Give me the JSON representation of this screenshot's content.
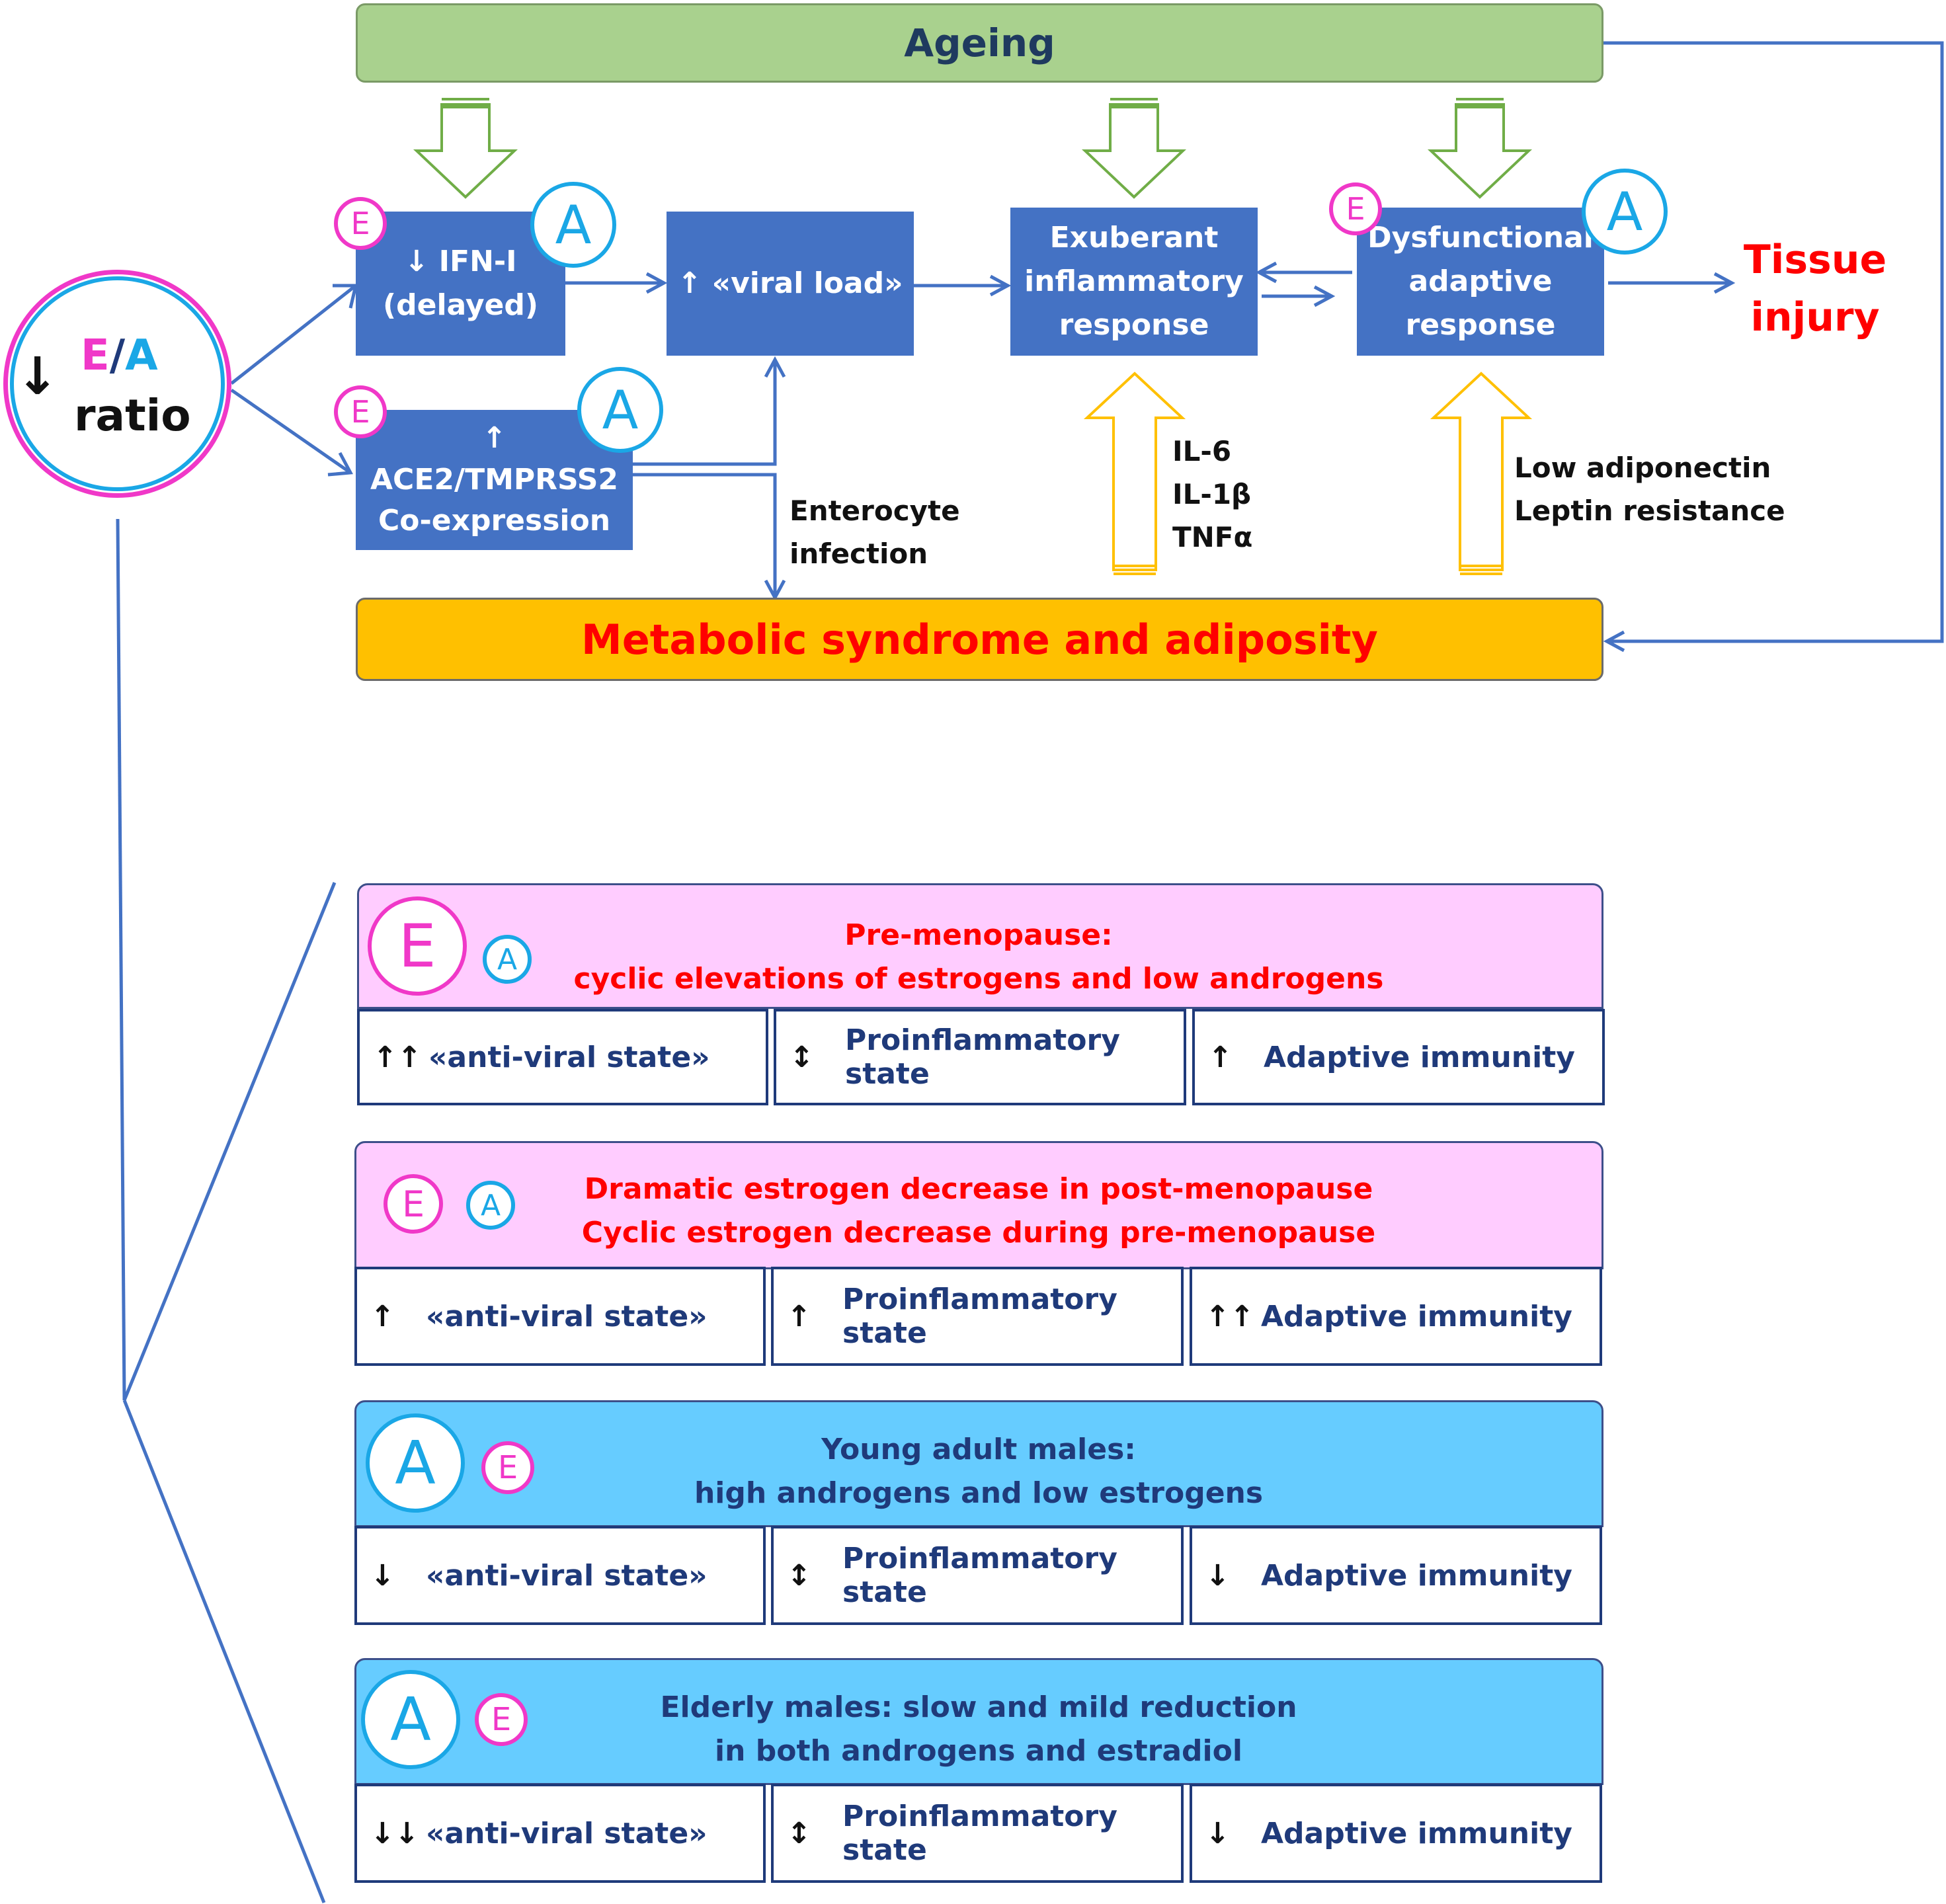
{
  "colors": {
    "arrow_blue": "#4472c4",
    "box_blue": "#4472c4",
    "ageing_green": "#a9d18e",
    "metabolic_orange": "#ffc000",
    "red_text": "#ff0000",
    "estrogen_pink": "#f038c8",
    "androgen_cyan": "#1aa7e6",
    "pink_band": "#ffccff",
    "cyan_band": "#66ccff",
    "navy_text": "#1f3a7a"
  },
  "top": {
    "ageing": "Ageing",
    "metabolic": "Metabolic syndrome and adiposity",
    "ifn": [
      "↓ IFN-I",
      "(delayed)"
    ],
    "ace2": [
      "↑",
      "ACE2/TMPRSS2",
      "Co-expression"
    ],
    "viral_load": "↑ «viral load»",
    "inflammatory": [
      "Exuberant",
      "inflammatory",
      "response"
    ],
    "adaptive": [
      "Dysfunctional",
      "adaptive",
      "response"
    ],
    "tissue_injury": [
      "Tissue",
      "injury"
    ],
    "enterocyte": [
      "Enterocyte",
      "infection"
    ],
    "cytokines": [
      "IL-6",
      "IL-1β",
      "TNFα"
    ],
    "adipokines": [
      "Low adiponectin",
      "Leptin resistance"
    ],
    "ratio": {
      "arrow": "↓",
      "e": "E",
      "slash": "/",
      "a": "A",
      "word": "ratio"
    },
    "e_letter": "E",
    "a_letter": "A"
  },
  "panels": [
    {
      "title": [
        "Pre-menopause:",
        "cyclic elevations of estrogens and low androgens"
      ],
      "title_color": "#ff0000",
      "band_color": "#ffccff",
      "big": "E",
      "small": "A",
      "cells": [
        {
          "arrow": "↑↑",
          "text": "«anti-viral state»"
        },
        {
          "arrow": "↕",
          "text": "Proinflammatory state"
        },
        {
          "arrow": "↑",
          "text": "Adaptive immunity"
        }
      ]
    },
    {
      "title": [
        "Dramatic estrogen decrease in post-menopause",
        "Cyclic estrogen decrease during pre-menopause"
      ],
      "title_color": "#ff0000",
      "band_color": "#ffccff",
      "big": "E",
      "small": "A",
      "cells": [
        {
          "arrow": "↑",
          "text": "«anti-viral state»"
        },
        {
          "arrow": "↑",
          "text": "Proinflammatory state"
        },
        {
          "arrow": "↑↑",
          "text": "Adaptive immunity"
        }
      ]
    },
    {
      "title": [
        "Young adult males:",
        "high androgens and low estrogens"
      ],
      "title_color": "#1f3a7a",
      "band_color": "#66ccff",
      "big": "A",
      "small": "E",
      "cells": [
        {
          "arrow": "↓",
          "text": "«anti-viral state»"
        },
        {
          "arrow": "↕",
          "text": "Proinflammatory state"
        },
        {
          "arrow": "↓",
          "text": "Adaptive immunity"
        }
      ]
    },
    {
      "title": [
        "Elderly males: slow and mild reduction",
        "in both androgens and estradiol"
      ],
      "title_color": "#1f3a7a",
      "band_color": "#66ccff",
      "big": "A",
      "small": "E",
      "cells": [
        {
          "arrow": "↓↓",
          "text": "«anti-viral state»"
        },
        {
          "arrow": "↕",
          "text": "Proinflammatory state"
        },
        {
          "arrow": "↓",
          "text": "Adaptive immunity"
        }
      ]
    }
  ]
}
